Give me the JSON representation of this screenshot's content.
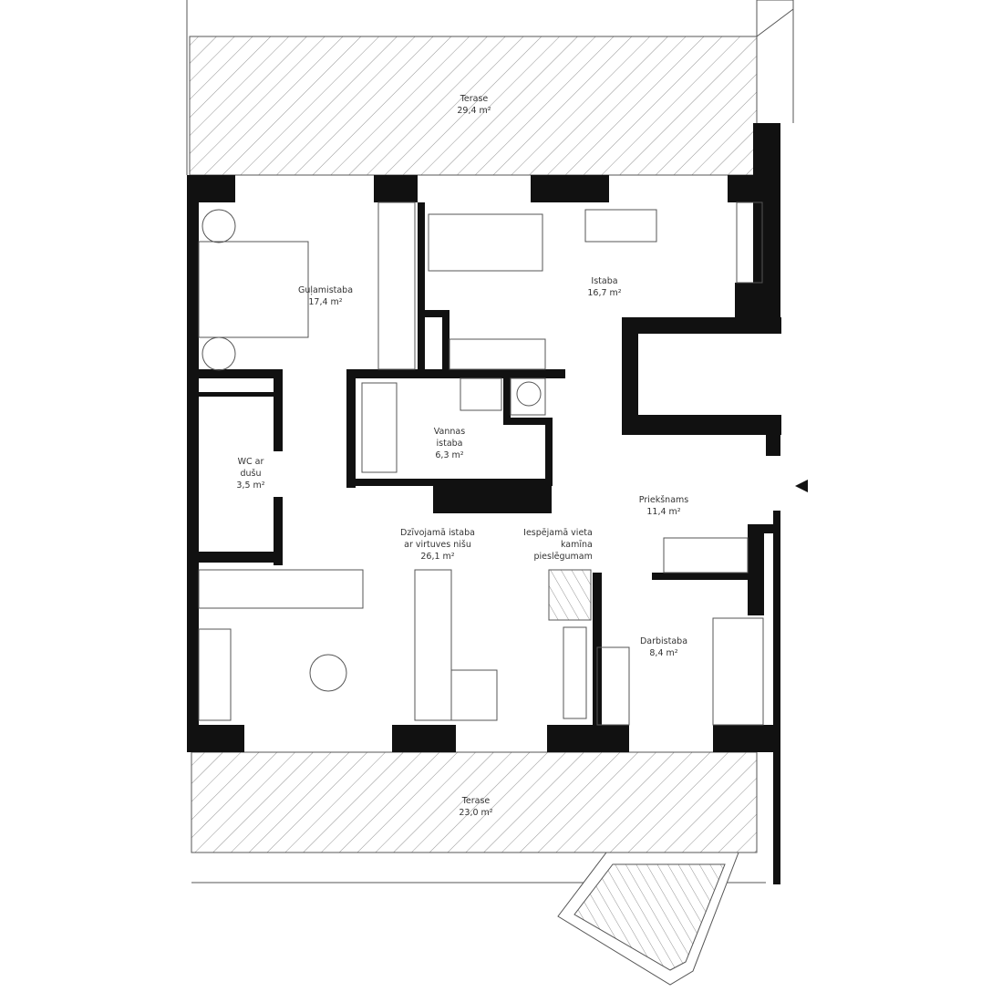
{
  "rooms": {
    "terrace_top": {
      "name": "Terase",
      "area": "29,4 m²"
    },
    "bedroom": {
      "name": "Guļamistaba",
      "area": "17,4 m²"
    },
    "room": {
      "name": "Istaba",
      "area": "16,7 m²"
    },
    "wc": {
      "name_line1": "WC ar",
      "name_line2": "dušu",
      "area": "3,5 m²"
    },
    "bathroom": {
      "name_line1": "Vannas",
      "name_line2": "istaba",
      "area": "6,3 m²"
    },
    "hall": {
      "name": "Priekšnams",
      "area": "11,4 m²"
    },
    "living": {
      "name_line1": "Dzīvojamā istaba",
      "name_line2": "ar virtuves nišu",
      "area": "26,1 m²"
    },
    "fireplace_note": {
      "line1": "Iespējamā vieta",
      "line2": "kamīna",
      "line3": "pieslēgumam"
    },
    "study": {
      "name": "Darbistaba",
      "area": "8,4 m²"
    },
    "terrace_bottom": {
      "name": "Terase",
      "area": "23,0 m²"
    }
  },
  "icons": {
    "entrance": "entrance-arrow-icon"
  },
  "colors": {
    "wall": "#111111",
    "line": "#555555",
    "background": "#ffffff"
  }
}
